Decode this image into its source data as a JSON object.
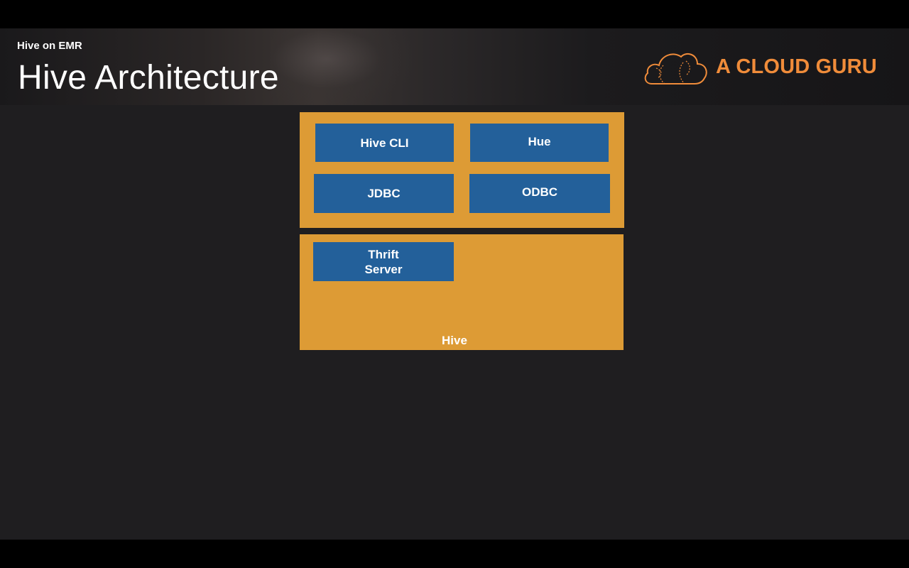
{
  "slide": {
    "subtitle": "Hive on EMR",
    "title": "Hive Architecture"
  },
  "brand": {
    "name": "A CLOUD GURU",
    "icon": "cloud-logo-icon",
    "color": "#f08c3a"
  },
  "diagram": {
    "client_panel": {
      "boxes": [
        "Hive CLI",
        "Hue",
        "JDBC",
        "ODBC"
      ]
    },
    "hive_panel": {
      "box": "Thrift\nServer",
      "label": "Hive"
    },
    "colors": {
      "panel": "#dd9b35",
      "box": "#23609a",
      "background": "#1f1e20"
    }
  }
}
